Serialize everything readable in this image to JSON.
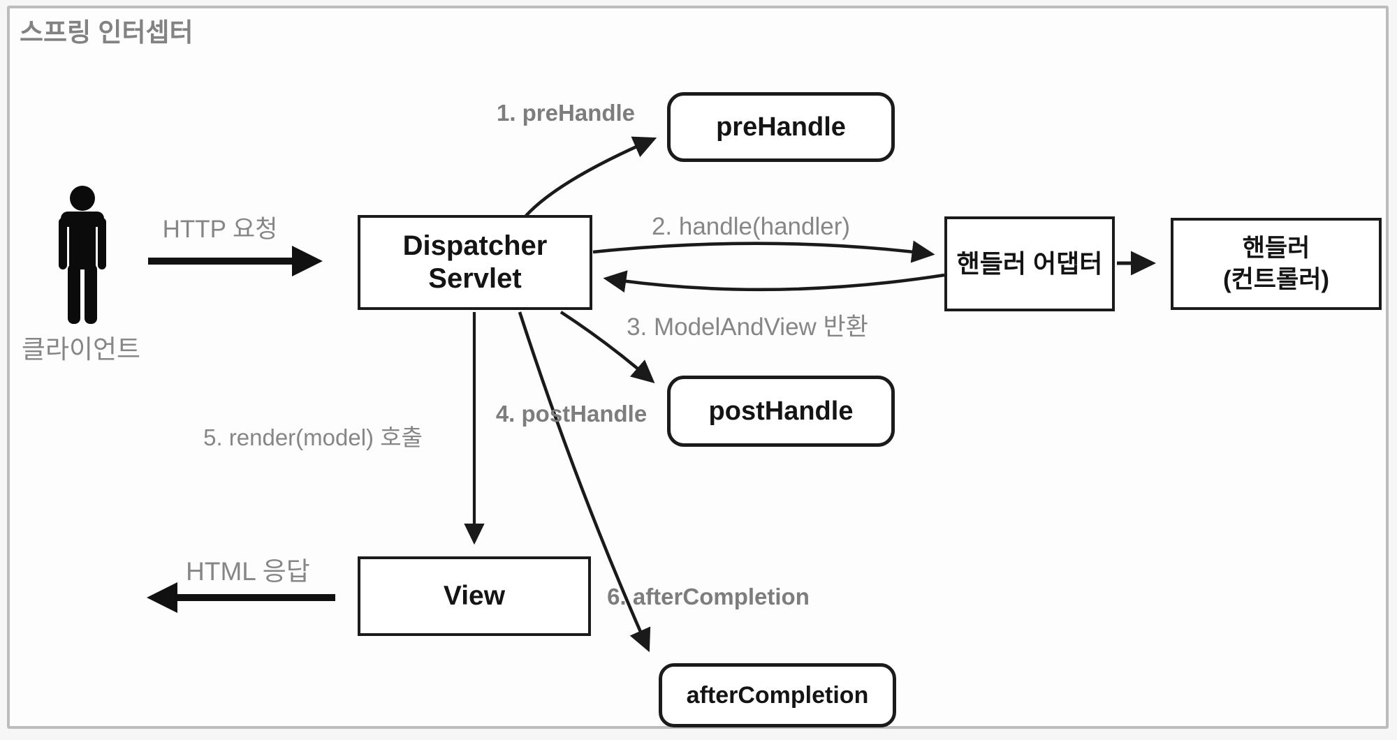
{
  "title": "스프링 인터셉터",
  "client": {
    "label": "클라이언트"
  },
  "nodes": {
    "dispatcher": {
      "line1": "Dispatcher",
      "line2": "Servlet"
    },
    "pre_handle": {
      "label": "preHandle"
    },
    "handler_adapter": {
      "label": "핸들러 어댑터"
    },
    "handler": {
      "line1": "핸들러",
      "line2": "(컨트롤러)"
    },
    "post_handle": {
      "label": "postHandle"
    },
    "view": {
      "label": "View"
    },
    "after_completion": {
      "label": "afterCompletion"
    }
  },
  "flows": {
    "http_request": "HTTP 요청",
    "step1": "1. preHandle",
    "step2": "2. handle(handler)",
    "step3": "3. ModelAndView 반환",
    "step4": "4. postHandle",
    "step5": "5. render(model) 호출",
    "step6": "6. afterCompletion",
    "html_response": "HTML 응답"
  },
  "colors": {
    "line": "#1a1a1a",
    "box_border": "#1b1b1b",
    "label_gray": "#868686",
    "frame_border": "#bcbcbc"
  },
  "icons": {
    "person": "person-icon"
  }
}
